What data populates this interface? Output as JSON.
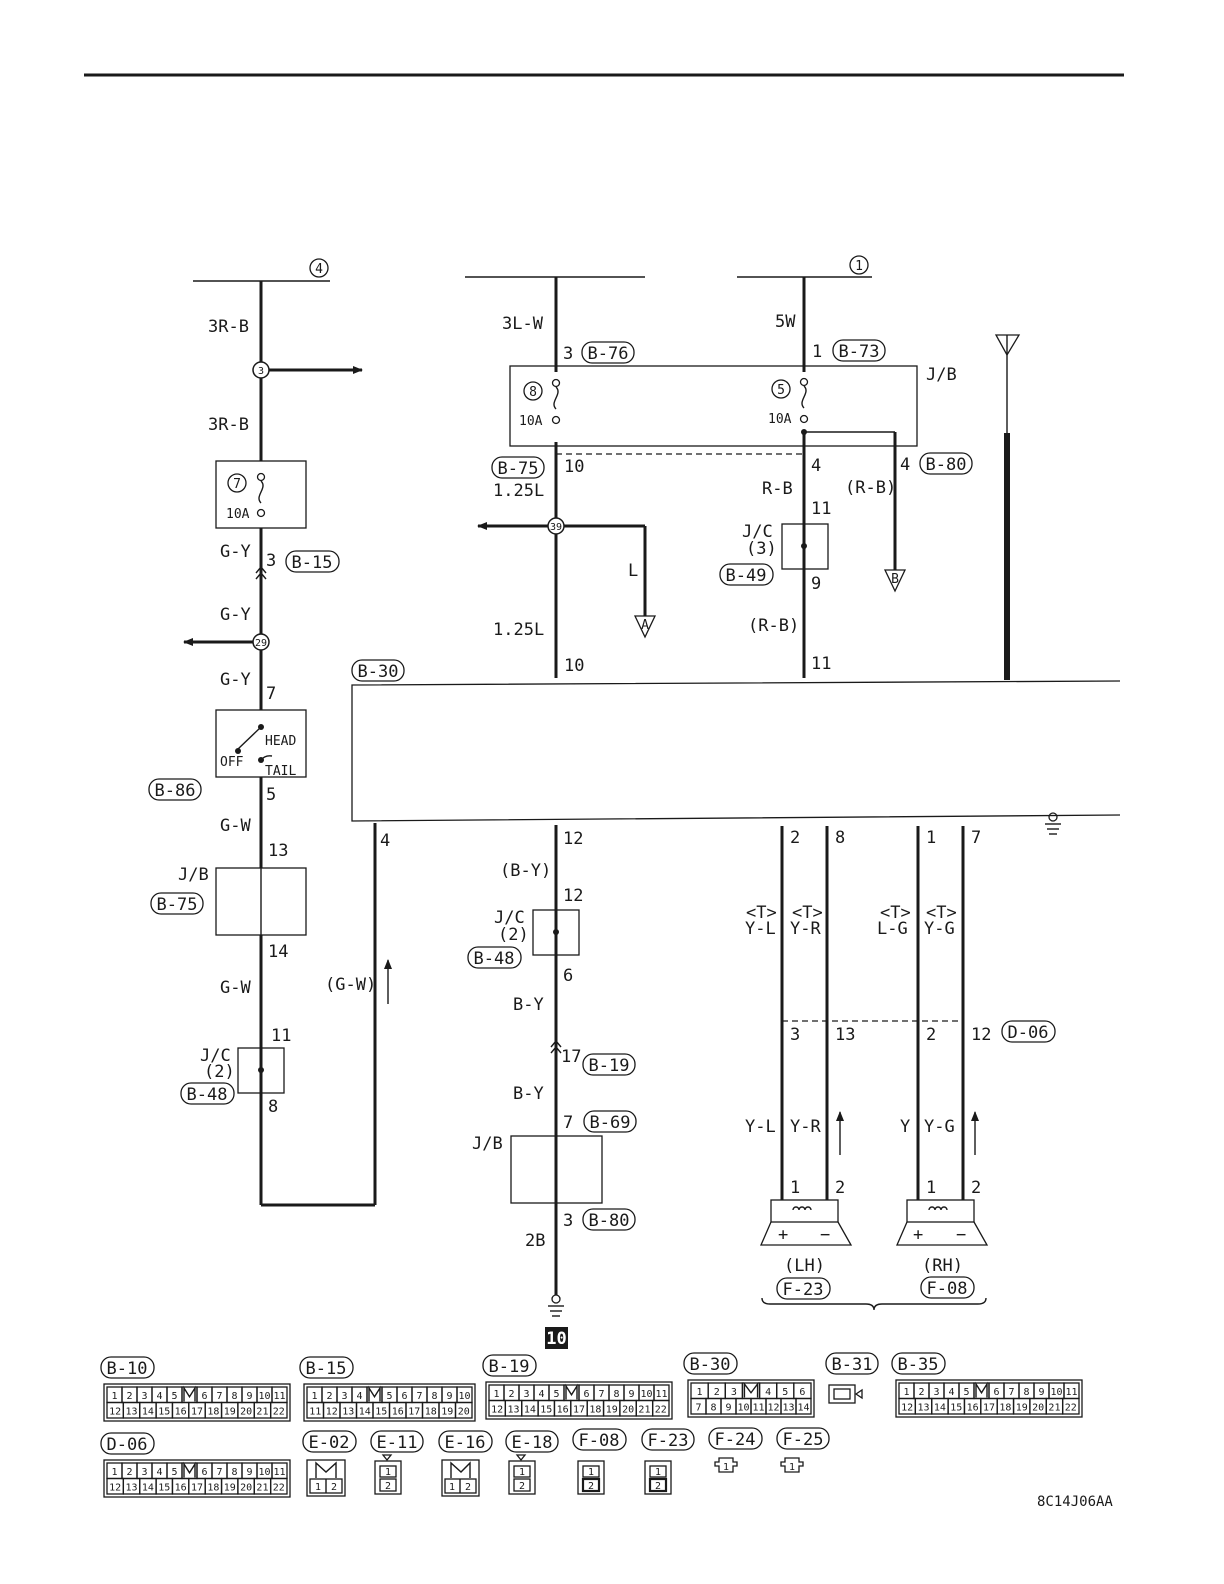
{
  "page_code": "8C14J06AA",
  "ground_tag": "10",
  "feeds": {
    "left": "4",
    "right": "1"
  },
  "wires": {
    "w3rb_top": "3R-B",
    "w3rb_mid": "3R-B",
    "w_gy1": "G-Y",
    "w_gy2": "G-Y",
    "w_gy3": "G-Y",
    "w_gw1": "G-W",
    "w_gw2": "G-W",
    "w_gw_ret": "(G-W)",
    "w3lw": "3L-W",
    "w125l_a": "1.25L",
    "w125l_b": "1.25L",
    "w_l": "L",
    "w_by_paren": "(B-Y)",
    "w_by1": "B-Y",
    "w_by2": "B-Y",
    "w2b": "2B",
    "w5w": "5W",
    "w_rb": "R-B",
    "w_rb_paren1": "(R-B)",
    "w_rb_paren2": "(R-B)",
    "t1": "<T>",
    "t2": "<T>",
    "t3": "<T>",
    "t4": "<T>",
    "yl_top": "Y-L",
    "yr_top": "Y-R",
    "lg_top": "L-G",
    "yg_top": "Y-G",
    "yl_bot": "Y-L",
    "yr_bot": "Y-R",
    "y_bot": "Y",
    "yg_bot": "Y-G"
  },
  "pins": {
    "p3_b15": "3",
    "p7_sw": "7",
    "p5_sw": "5",
    "p13": "13",
    "p14": "14",
    "p11_jc": "11",
    "p8_jc": "8",
    "p4": "4",
    "p3_b76": "3",
    "p10_b75": "10",
    "p10_b30": "10",
    "p12_b30": "12",
    "p12_jc": "12",
    "p6_jc": "6",
    "p17": "17",
    "p7_b69": "7",
    "p3_b80": "3",
    "p1_b73": "1",
    "p4_jb": "4",
    "p4_b80": "4",
    "p11_jc3": "11",
    "p9_jc3": "9",
    "p11_b30": "11",
    "p2": "2",
    "p8": "8",
    "p1": "1",
    "p7": "7",
    "d3": "3",
    "d13": "13",
    "d2": "2",
    "d12": "12",
    "lh1": "1",
    "lh2": "2",
    "rh1": "1",
    "rh2": "2"
  },
  "junctions": {
    "j3": "3",
    "j29": "29",
    "j39": "39"
  },
  "fuses": {
    "f7_no": "7",
    "f7_amp": "10A",
    "f8_no": "8",
    "f8_amp": "10A",
    "f5_no": "5",
    "f5_amp": "10A"
  },
  "components": {
    "jb_main": "J/B",
    "jb_b75": "J/B",
    "jb_b69": "J/B",
    "jc2_a": "J/C",
    "jc2_a_no": "(2)",
    "jc2_b": "J/C",
    "jc2_b_no": "(2)",
    "jc3": "J/C",
    "jc3_no": "(3)",
    "sw_head": "HEAD",
    "sw_off": "OFF",
    "sw_tail": "TAIL",
    "lh": "(LH)",
    "rh": "(RH)",
    "plus_l": "+",
    "minus_l": "−",
    "plus_r": "+",
    "minus_r": "−"
  },
  "connectors": {
    "b15": "B-15",
    "b86": "B-86",
    "b75_l": "B-75",
    "b48_l": "B-48",
    "b30": "B-30",
    "b76": "B-76",
    "b75": "B-75",
    "b48": "B-48",
    "b19": "B-19",
    "b69": "B-69",
    "b80_bot": "B-80",
    "b73": "B-73",
    "b80": "B-80",
    "b49": "B-49",
    "d06": "D-06",
    "f23": "F-23",
    "f08": "F-08"
  },
  "arrow_tags": {
    "a": "A",
    "b": "B"
  },
  "legend": {
    "b10": "B-10",
    "b15": "B-15",
    "b19": "B-19",
    "b30": "B-30",
    "b31": "B-31",
    "b35": "B-35",
    "d06": "D-06",
    "e02": "E-02",
    "e11": "E-11",
    "e16": "E-16",
    "e18": "E-18",
    "f08": "F-08",
    "f23": "F-23",
    "f24": "F-24",
    "f25": "F-25"
  },
  "legend_cells": {
    "c22": [
      "1",
      "2",
      "3",
      "4",
      "5",
      "",
      "6",
      "7",
      "8",
      "9",
      "10",
      "11",
      "12",
      "13",
      "14",
      "15",
      "16",
      "17",
      "18",
      "19",
      "20",
      "21",
      "22"
    ],
    "c20": [
      "1",
      "2",
      "3",
      "4",
      "",
      "5",
      "6",
      "7",
      "8",
      "9",
      "10",
      "11",
      "12",
      "13",
      "14",
      "15",
      "16",
      "17",
      "18",
      "19",
      "20"
    ],
    "c14": [
      "1",
      "2",
      "3",
      "",
      "4",
      "5",
      "6",
      "7",
      "8",
      "9",
      "10",
      "11",
      "12",
      "13",
      "14"
    ],
    "c12": [
      "1",
      "2"
    ],
    "c1": "1",
    "c2": "2"
  }
}
